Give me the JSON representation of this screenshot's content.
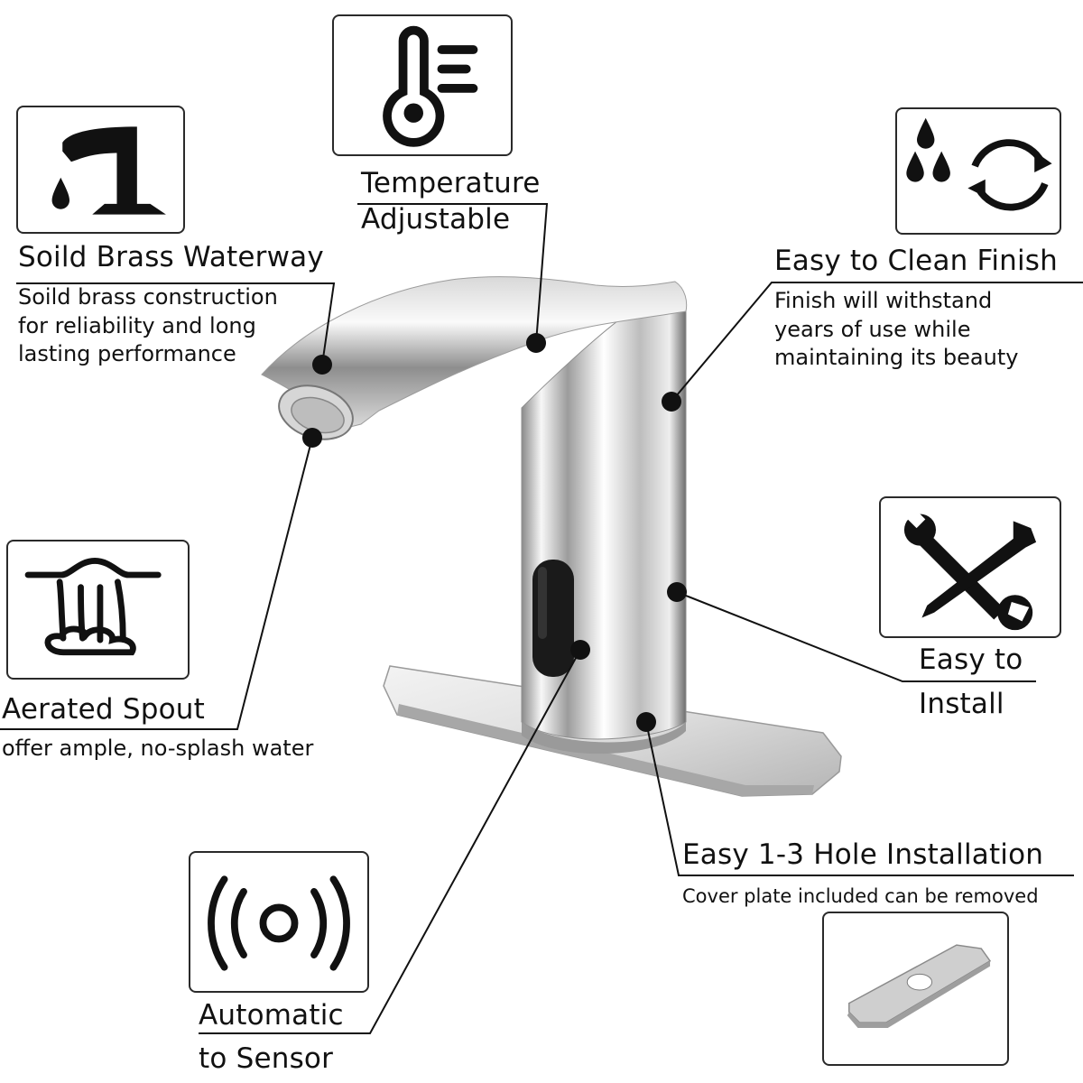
{
  "features": {
    "temperature": {
      "title_line1": "Temperature",
      "title_line2": "Adjustable",
      "icon": "thermometer-icon"
    },
    "waterway": {
      "title": "Soild Brass Waterway",
      "desc": [
        "Soild brass construction",
        "for reliability and long",
        "lasting performance"
      ],
      "icon": "faucet-drop-icon"
    },
    "finish": {
      "title": "Easy to Clean Finish",
      "desc": [
        "Finish will withstand",
        "years of use while",
        "maintaining its beauty"
      ],
      "icon": "drops-cycle-icon"
    },
    "aerated": {
      "title": "Aerated Spout",
      "desc": "offer ample, no-splash water",
      "icon": "waterfall-icon"
    },
    "install": {
      "title_line1": "Easy to",
      "title_line2": "Install",
      "icon": "wrench-screwdriver-icon"
    },
    "hole": {
      "title": "Easy 1-3 Hole Installation",
      "desc": "Cover plate included can be removed",
      "icon": "cover-plate-icon"
    },
    "sensor": {
      "title_line1": "Automatic",
      "title_line2": "to Sensor",
      "icon": "sensor-waves-icon"
    }
  },
  "colors": {
    "line": "#111111",
    "chrome_light": "#f4f4f4",
    "chrome_dark": "#7a7a7a",
    "sensor_window": "#1a1a1a"
  }
}
